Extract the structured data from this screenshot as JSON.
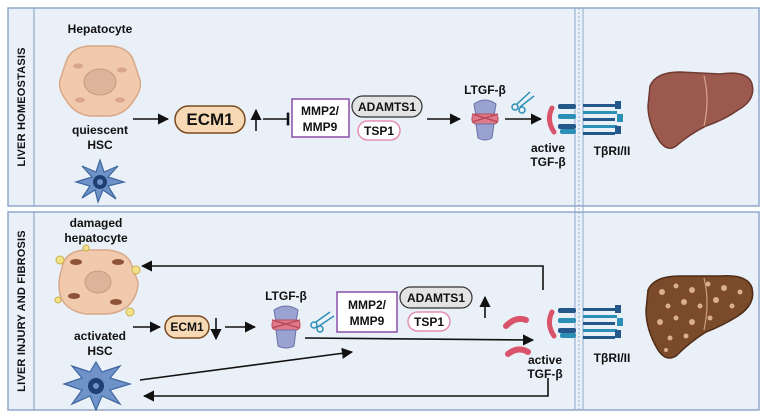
{
  "panels": {
    "top_side_label": "LIVER HOMEOSTASIS",
    "bottom_side_label": "LIVER INJURY AND FIBROSIS"
  },
  "top": {
    "hepatocyte": "Hepatocyte",
    "hsc_line1": "quiescent",
    "hsc_line2": "HSC",
    "ecm1": "ECM1",
    "mmp_line1": "MMP2/",
    "mmp_line2": "MMP9",
    "adamts1": "ADAMTS1",
    "tsp1": "TSP1",
    "ltgf": "LTGF-β",
    "active_line1": "active",
    "active_line2": "TGF-β",
    "receptor": "TβRI/II"
  },
  "bottom": {
    "hepatocyte_line1": "damaged",
    "hepatocyte_line2": "hepatocyte",
    "hsc_line1": "activated",
    "hsc_line2": "HSC",
    "ecm1": "ECM1",
    "ltgf": "LTGF-β",
    "mmp_line1": "MMP2/",
    "mmp_line2": "MMP9",
    "adamts1": "ADAMTS1",
    "tsp1": "TSP1",
    "active_line1": "active",
    "active_line2": "TGF-β",
    "receptor": "TβRI/II"
  },
  "colors": {
    "panel_bg": "#eaf0f8",
    "panel_border": "#8fa8cc",
    "ecm1_fill": "#f7d9b5",
    "ecm1_stroke": "#7a4a1e",
    "mmp_border": "#8b4fa8",
    "adamts_fill": "#e3e3e3",
    "tsp1_border": "#e58fb4",
    "receptor": "#24588a",
    "receptor_accent": "#2c8fb5",
    "ligand": "#d9546a",
    "liver_healthy": "#9c5a4f",
    "liver_fibrotic": "#7a4a2a",
    "ltgf_body": "#9aa2cf"
  }
}
